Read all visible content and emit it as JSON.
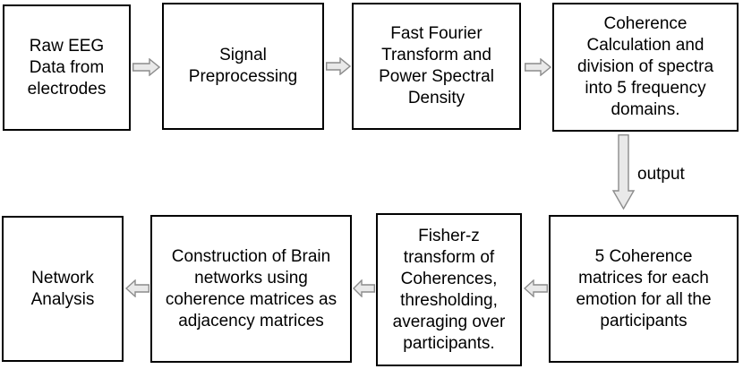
{
  "colors": {
    "background": "#ffffff",
    "box_border": "#000000",
    "text": "#000000",
    "arrow_fill": "#e9e9e9",
    "arrow_stroke": "#8c8c8c"
  },
  "nodes": [
    {
      "name": "raw-eeg-data",
      "text": "Raw EEG\nData from\nelectrodes"
    },
    {
      "name": "signal-preprocessing",
      "text": "Signal\nPreprocessing"
    },
    {
      "name": "fft-psd",
      "text": "Fast Fourier\nTransform and\nPower Spectral\nDensity"
    },
    {
      "name": "coherence-calculation",
      "text": "Coherence\nCalculation and\ndivision of spectra\ninto 5 frequency\ndomains."
    },
    {
      "name": "coherence-matrices",
      "text": "5 Coherence\nmatrices for each\nemotion for all the\nparticipants"
    },
    {
      "name": "fisher-z-transform",
      "text": "Fisher-z\ntransform of\nCoherences,\nthresholding,\naveraging over\nparticipants."
    },
    {
      "name": "brain-network-construction",
      "text": "Construction of Brain\nnetworks using\ncoherence matrices as\nadjacency matrices"
    },
    {
      "name": "network-analysis",
      "text": "Network\nAnalysis"
    }
  ],
  "arrows": {
    "output_label": "output"
  }
}
